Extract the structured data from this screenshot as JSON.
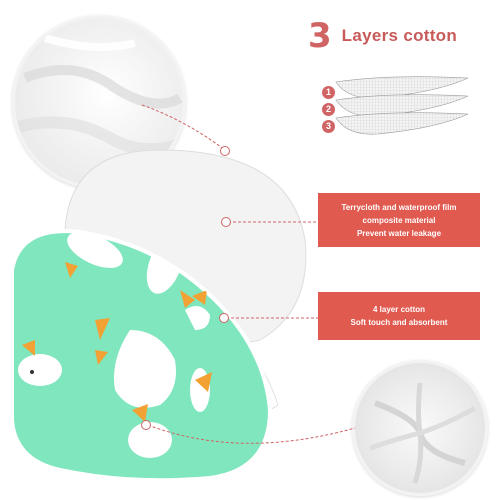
{
  "header": {
    "number": "3",
    "text": "Layers cotton"
  },
  "layers": [
    "1",
    "2",
    "3"
  ],
  "feature1": {
    "line1": "Terrycloth and waterproof film",
    "line2": "composite material",
    "line3": "Prevent water leakage"
  },
  "feature2": {
    "line1": "4 layer cotton",
    "line2": "Soft touch and absorbent"
  },
  "colors": {
    "accent": "#e05a50",
    "mint": "#7fe6be",
    "beak": "#f2a134",
    "header": "#c85a5a"
  }
}
